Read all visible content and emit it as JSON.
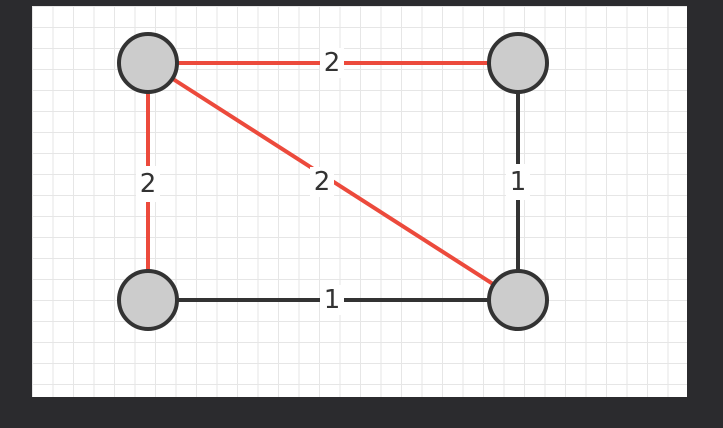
{
  "graph": {
    "colors": {
      "background": "#2b2b2e",
      "canvas": "#ffffff",
      "grid": "#e6e6e6",
      "node_fill": "#cccccc",
      "node_stroke": "#333333",
      "highlight_edge": "#ec4a3c",
      "normal_edge": "#333333",
      "label_text": "#333333"
    },
    "nodes": [
      {
        "id": "top-left"
      },
      {
        "id": "top-right"
      },
      {
        "id": "bottom-left"
      },
      {
        "id": "bottom-right"
      }
    ],
    "edges": [
      {
        "id": "top-left-to-top-right",
        "from": "top-left",
        "to": "top-right",
        "weight": "2",
        "highlighted": true
      },
      {
        "id": "top-left-to-bottom-left",
        "from": "top-left",
        "to": "bottom-left",
        "weight": "2",
        "highlighted": true
      },
      {
        "id": "top-left-to-bottom-right",
        "from": "top-left",
        "to": "bottom-right",
        "weight": "2",
        "highlighted": true
      },
      {
        "id": "top-right-to-bottom-right",
        "from": "top-right",
        "to": "bottom-right",
        "weight": "1",
        "highlighted": false
      },
      {
        "id": "bottom-left-to-bottom-right",
        "from": "bottom-left",
        "to": "bottom-right",
        "weight": "1",
        "highlighted": false
      }
    ]
  }
}
